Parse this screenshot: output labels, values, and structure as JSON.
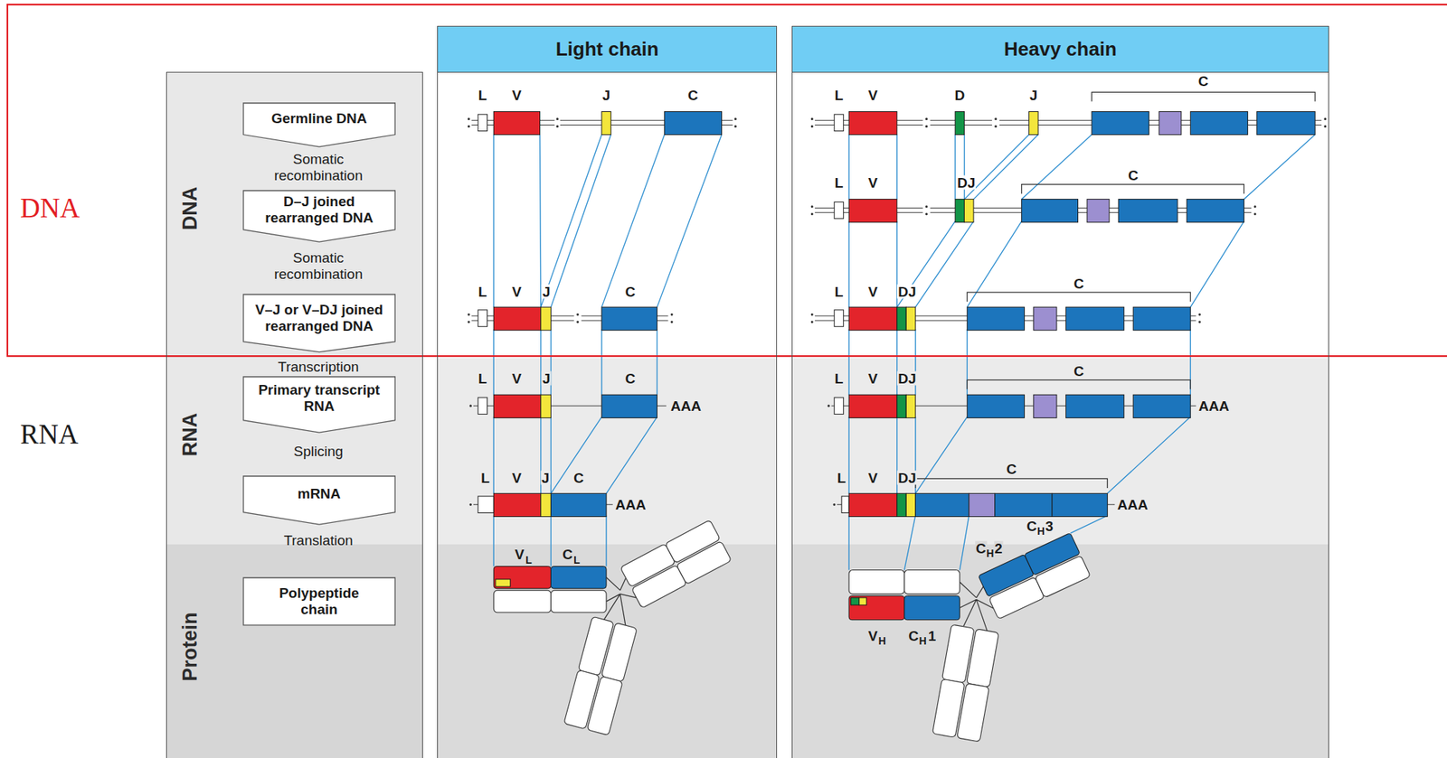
{
  "diagram": {
    "nodes": [
      {
        "text": [
          "DNA",
          "RNA",
          "Protein"
        ]
      },
      {
        "text": [
          "Germline DNA"
        ],
        "in": 0
      },
      {
        "text": [
          "D–J joined rearranged DNA"
        ],
        "in": 0
      },
      {
        "text": [
          "V–J or V–DJ joined rearranged DNA"
        ],
        "in": 0
      },
      {
        "text": [
          "Primary transcript RNA"
        ],
        "in": 0
      },
      {
        "text": [
          "mRNA"
        ],
        "in": 0
      },
      {
        "text": [
          "Polypeptide chain"
        ],
        "in": 0
      },
      {
        "text": [
          "Light chain"
        ]
      },
      {
        "text": [
          "Heavy chain"
        ]
      }
    ],
    "labels": [
      "DNA",
      "RNA",
      "Somatic recombination",
      "Somatic recombination",
      "Transcription",
      "Splicing",
      "Translation",
      "L",
      "V",
      "J",
      "C",
      "L",
      "V",
      "J",
      "C",
      "L",
      "V",
      "J",
      "C",
      "AAA",
      "L",
      "V",
      "J",
      "C",
      "AAA",
      "V",
      "L",
      "C",
      "L",
      "L",
      "V",
      "D",
      "J",
      "C",
      "L",
      "V",
      "DJ",
      "C",
      "L",
      "V",
      "DJ",
      "C",
      "L",
      "V",
      "DJ",
      "C",
      "AAA",
      "L",
      "V",
      "DJ",
      "C",
      "AAA",
      "V",
      "H",
      "C",
      "H",
      "1",
      "C",
      "H",
      "2",
      "C",
      "H",
      "3"
    ]
  }
}
